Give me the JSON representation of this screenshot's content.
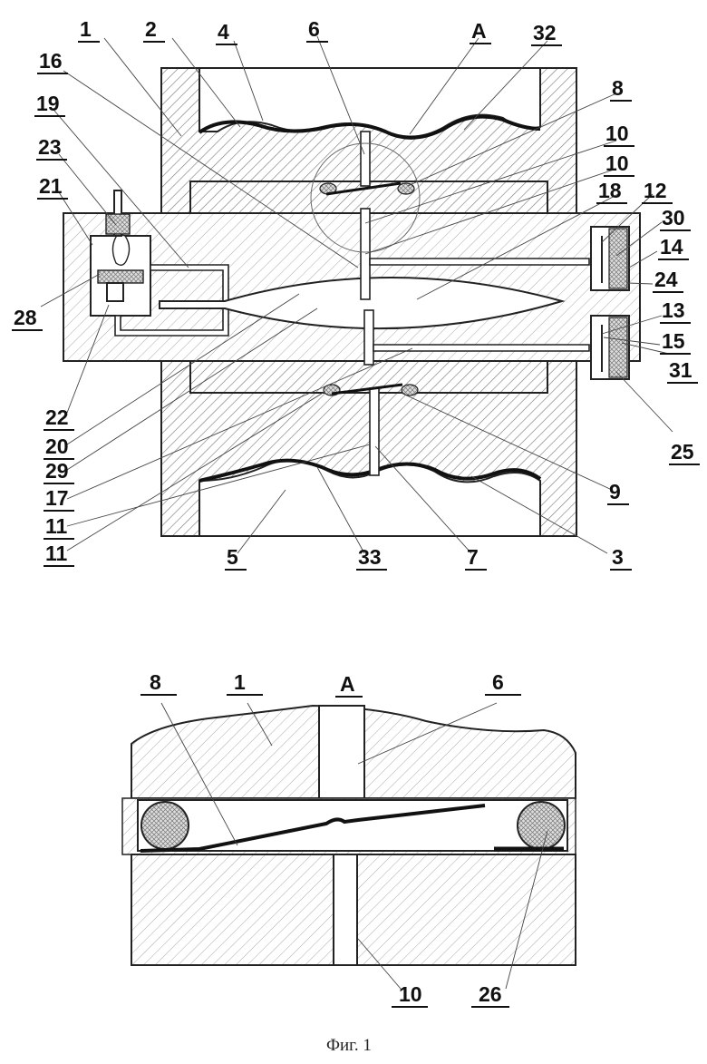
{
  "figure": {
    "caption": "Фиг. 1",
    "main_view": {
      "labels": {
        "l1": "1",
        "l2": "2",
        "l4": "4",
        "l6": "6",
        "lA": "A",
        "l32": "32",
        "l16": "16",
        "l8": "8",
        "l19": "19",
        "l10a": "10",
        "l10b": "10",
        "l23": "23",
        "l18": "18",
        "l12": "12",
        "l21": "21",
        "l30": "30",
        "l14": "14",
        "l24": "24",
        "l28": "28",
        "l13": "13",
        "l15": "15",
        "l31": "31",
        "l22": "22",
        "l25": "25",
        "l20": "20",
        "l29": "29",
        "l17": "17",
        "l9": "9",
        "l11a": "11",
        "l11b": "11",
        "l5": "5",
        "l33": "33",
        "l7": "7",
        "l3": "3"
      }
    },
    "detail_view": {
      "labels": {
        "d8": "8",
        "d1": "1",
        "dA": "A",
        "d6": "6",
        "d10": "10",
        "d26": "26"
      }
    }
  }
}
